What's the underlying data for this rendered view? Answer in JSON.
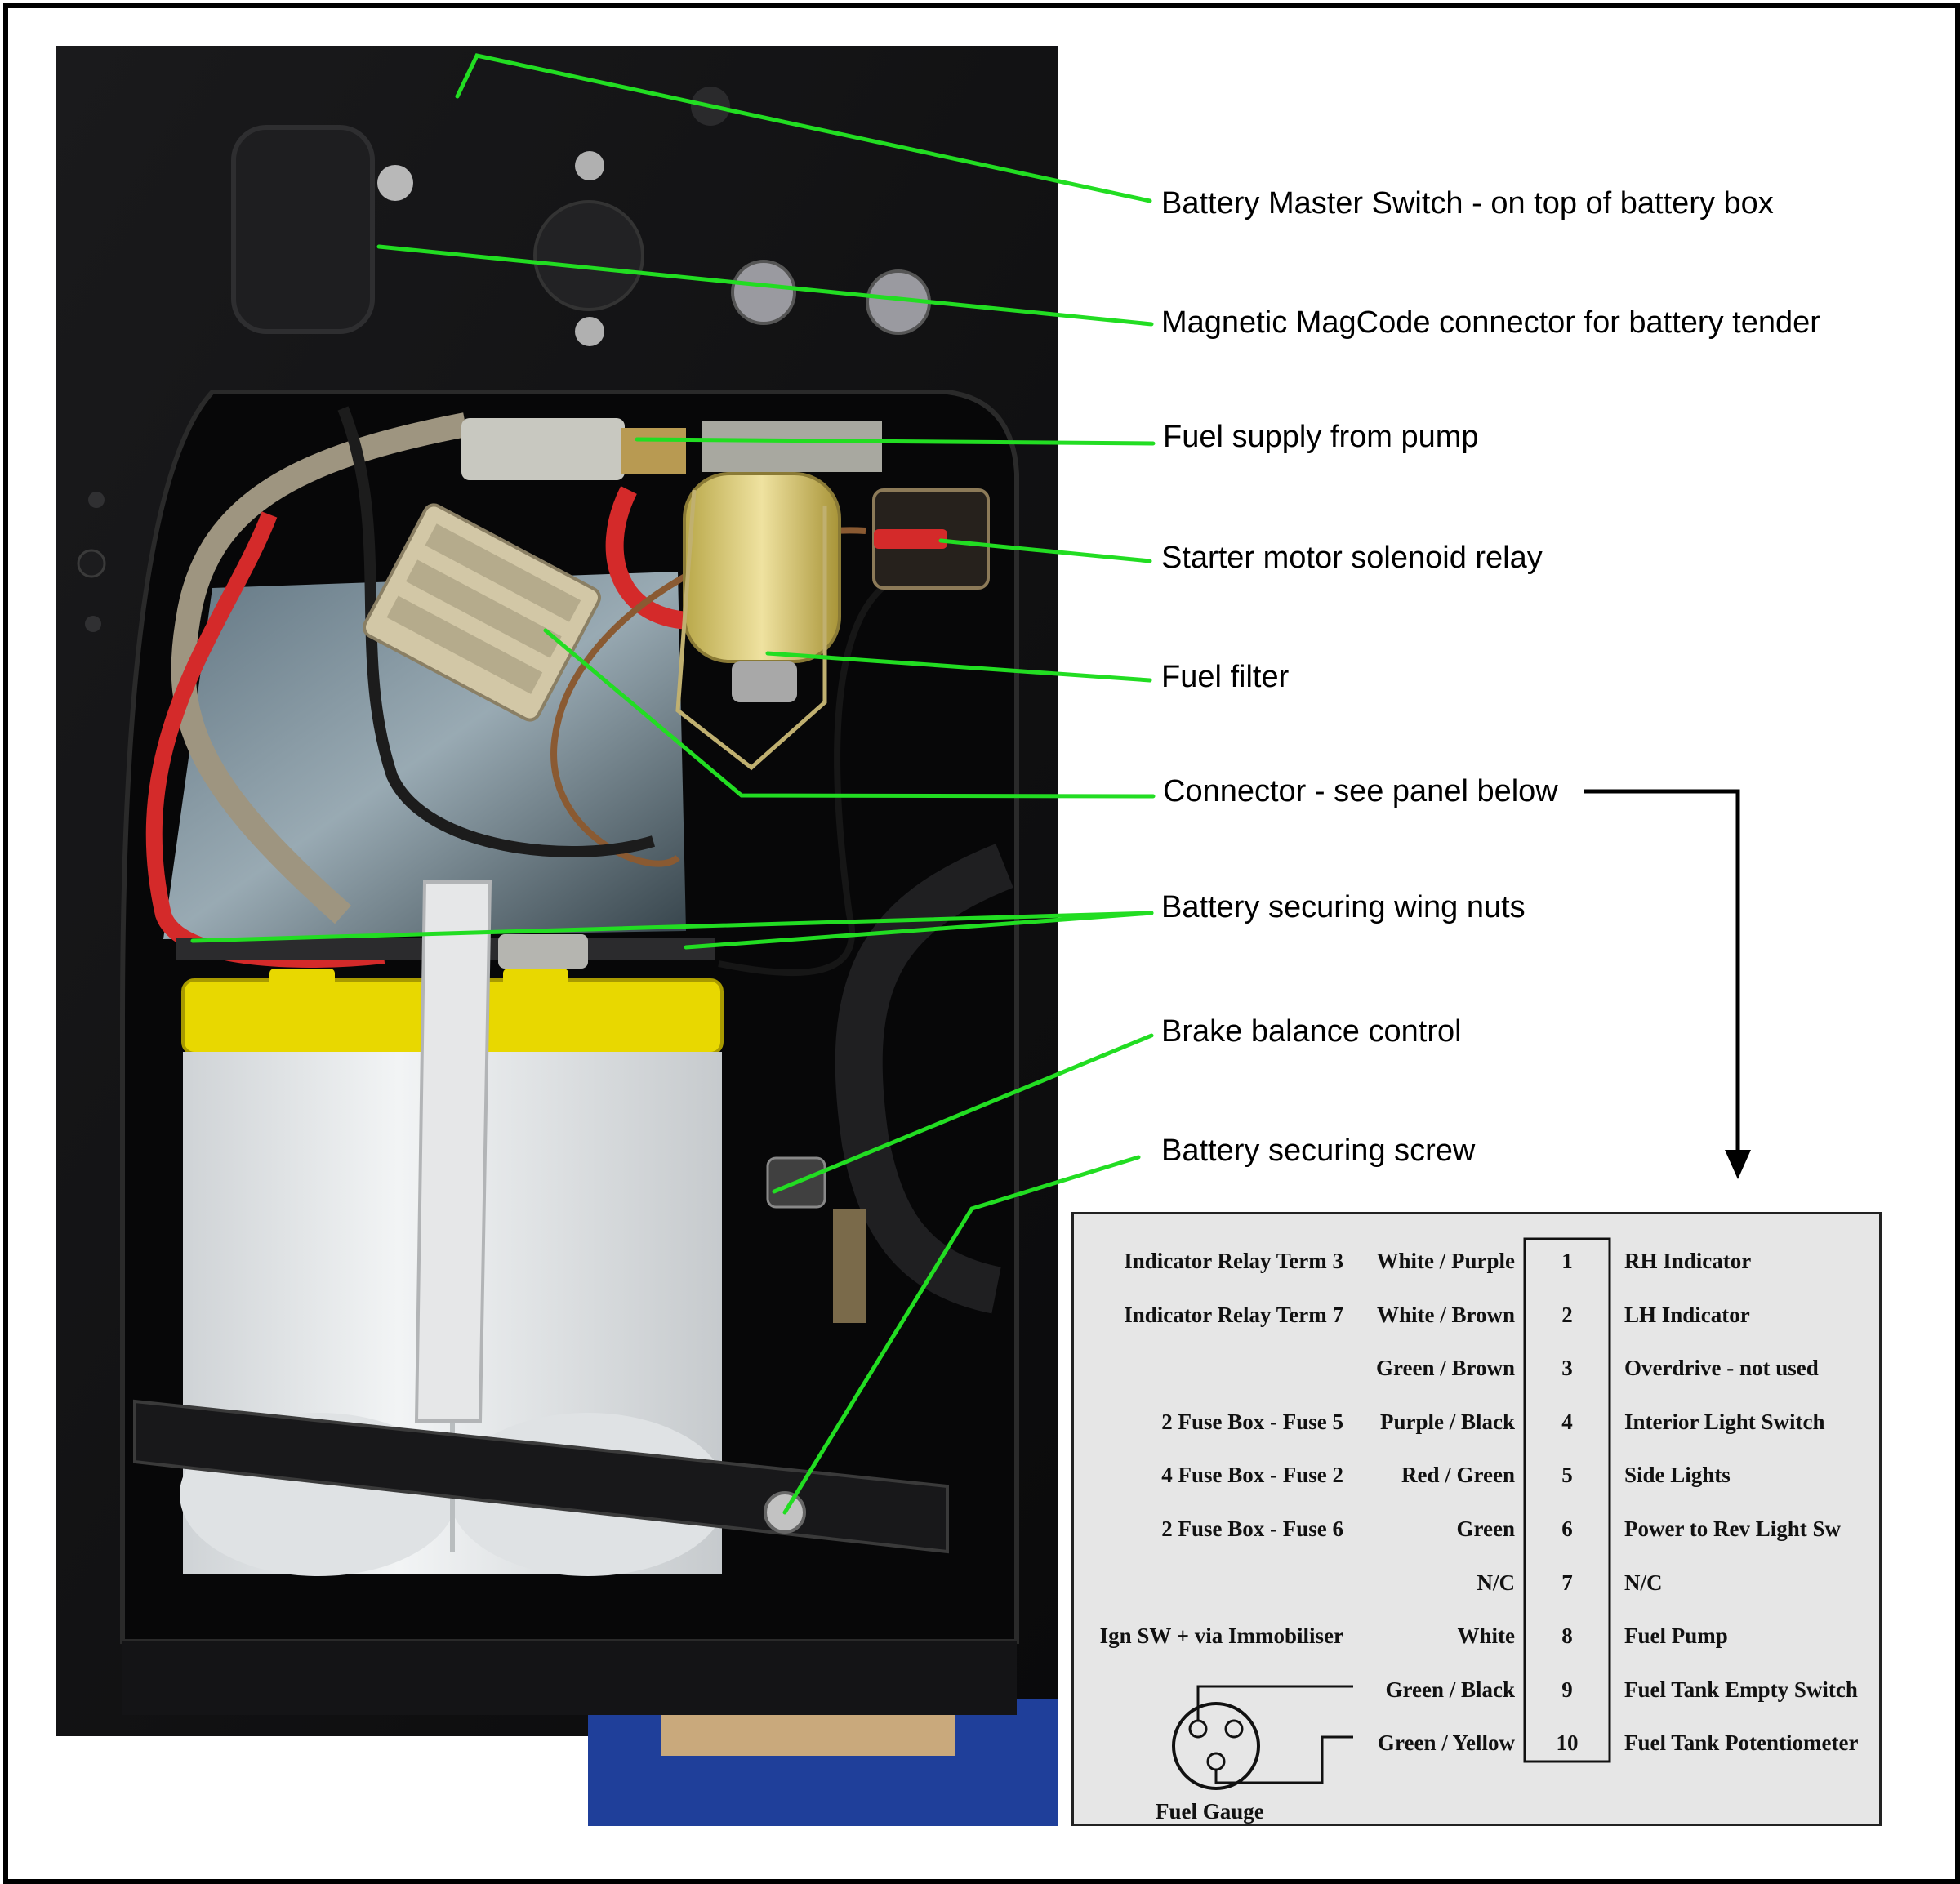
{
  "callouts": [
    {
      "id": "battery-master-switch",
      "text": "Battery Master Switch - on top of battery box"
    },
    {
      "id": "magcode-connector",
      "text": "Magnetic MagCode connector for battery tender"
    },
    {
      "id": "fuel-supply",
      "text": "Fuel supply from pump"
    },
    {
      "id": "starter-solenoid",
      "text": "Starter motor solenoid relay"
    },
    {
      "id": "fuel-filter",
      "text": "Fuel filter"
    },
    {
      "id": "connector",
      "text": "Connector - see panel below"
    },
    {
      "id": "wing-nuts",
      "text": "Battery securing wing nuts"
    },
    {
      "id": "brake-balance",
      "text": "Brake balance control"
    },
    {
      "id": "securing-screw",
      "text": "Battery securing screw"
    }
  ],
  "connector_panel": {
    "rows": [
      {
        "source": "Indicator Relay Term 3",
        "wire": "White / Purple",
        "pin": "1",
        "dest": "RH Indicator"
      },
      {
        "source": "Indicator Relay Term 7",
        "wire": "White / Brown",
        "pin": "2",
        "dest": "LH Indicator"
      },
      {
        "source": "",
        "wire": "Green / Brown",
        "pin": "3",
        "dest": "Overdrive - not used"
      },
      {
        "source": "2 Fuse Box - Fuse 5",
        "wire": "Purple / Black",
        "pin": "4",
        "dest": "Interior Light Switch"
      },
      {
        "source": "4 Fuse Box - Fuse 2",
        "wire": "Red / Green",
        "pin": "5",
        "dest": "Side Lights"
      },
      {
        "source": "2 Fuse Box - Fuse 6",
        "wire": "Green",
        "pin": "6",
        "dest": "Power to Rev Light Sw"
      },
      {
        "source": "",
        "wire": "N/C",
        "pin": "7",
        "dest": "N/C"
      },
      {
        "source": "Ign SW + via Immobiliser",
        "wire": "White",
        "pin": "8",
        "dest": "Fuel Pump"
      },
      {
        "source": "",
        "wire": "Green / Black",
        "pin": "9",
        "dest": "Fuel Tank Empty Switch"
      },
      {
        "source": "",
        "wire": "Green / Yellow",
        "pin": "10",
        "dest": "Fuel Tank Potentiometer"
      }
    ],
    "gauge_label": "Fuel Gauge"
  },
  "colors": {
    "callout_line": "#22dd22",
    "arrow": "#000000",
    "panel_bg": "#e6e6e6",
    "battery_top": "#e8d800",
    "battery_body": "#e9ecee",
    "compartment": "#0c0c0e",
    "red_cable": "#d42a2a"
  }
}
